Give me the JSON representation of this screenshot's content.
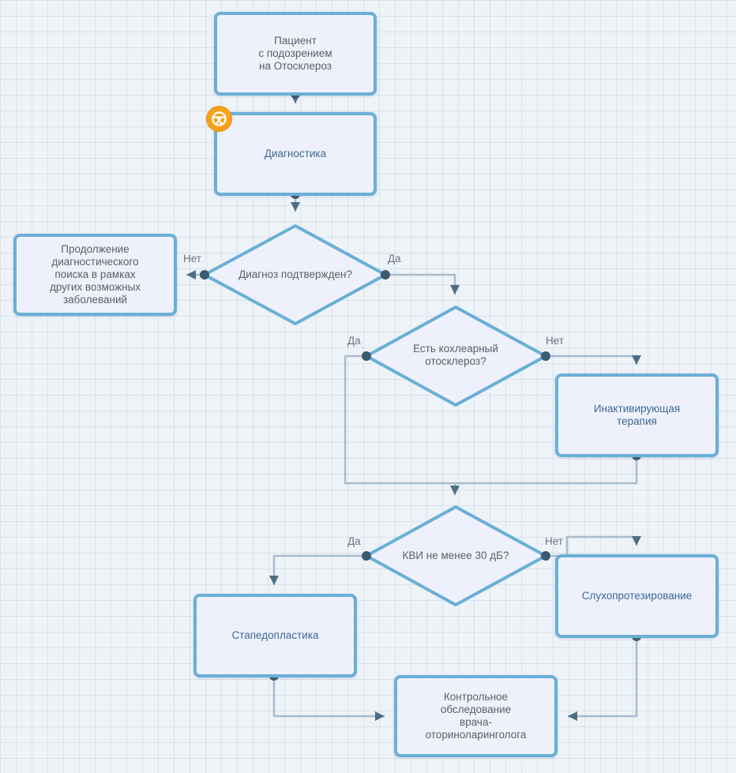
{
  "nodes": {
    "patient": "Пациент\nс подозрением\nна Отосклероз",
    "diagnostics": "Диагностика",
    "continue_search": "Продолжение\nдиагностического\nпоиска в рамках\nдругих возможных\nзаболеваний",
    "diagnosis_confirmed": "Диагноз подтвержден?",
    "cochlear": "Есть кохлеарный\nотосклероз?",
    "inactivating": "Инактивирующая\nтерапия",
    "kvi": "КВИ не менее 30 дБ?",
    "hearing_aids": "Слухопротезирование",
    "stapedoplasty": "Стапедопластика",
    "followup": "Контрольное\nобследование\nврача-\nоториноларинголога"
  },
  "labels": {
    "d1_no": "Нет",
    "d1_yes": "Да",
    "d2_yes": "Да",
    "d2_no": "Нет",
    "d3_yes": "Да",
    "d3_no": "Нет"
  },
  "icons": {
    "start_marker": "steering-wheel-icon"
  },
  "colors": {
    "node_border": "#6aafd6",
    "node_fill": "#eef1fb",
    "connector": "#a9bccd",
    "arrow": "#4e6e84",
    "port": "#3c5a70",
    "marker": "#f6a21a"
  }
}
